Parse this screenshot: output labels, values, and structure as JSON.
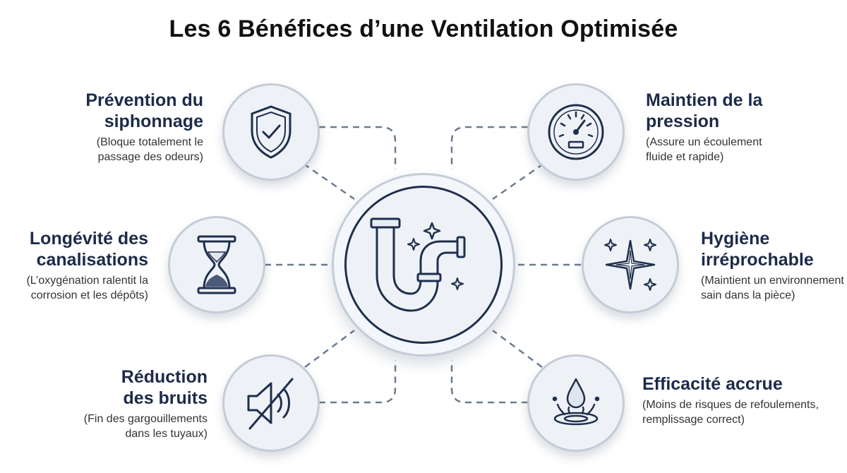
{
  "title": "Les 6 Bénéfices d’une Ventilation Optimisée",
  "colors": {
    "navy": "#1f2f4d",
    "circle_fill": "#eef2f7",
    "circle_border": "#c4ccd8",
    "connector": "#6b7b90"
  },
  "center": {
    "icon": "p-trap-pipe-sparkle-icon"
  },
  "benefits": [
    {
      "heading_line1": "Prévention du",
      "heading_line2": "siphonnage",
      "desc_line1": "(Bloque totalement le",
      "desc_line2": "passage des odeurs)",
      "icon": "shield-check-icon"
    },
    {
      "heading_line1": "Longévité des",
      "heading_line2": "canalisations",
      "desc_line1": "(L’oxygénation ralentit la",
      "desc_line2": "corrosion et les dépôts)",
      "icon": "hourglass-icon"
    },
    {
      "heading_line1": "Réduction",
      "heading_line2": "des bruits",
      "desc_line1": "(Fin des gargouillements",
      "desc_line2": "dans les tuyaux)",
      "icon": "speaker-muted-icon"
    },
    {
      "heading_line1": "Maintien de la",
      "heading_line2": "pression",
      "desc_line1": "(Assure un écoulement",
      "desc_line2": "fluide et rapide)",
      "icon": "pressure-gauge-icon"
    },
    {
      "heading_line1": "Hygiène",
      "heading_line2": "irréprochable",
      "desc_line1": "(Maintient un environnement",
      "desc_line2": "sain dans la pièce)",
      "icon": "sparkle-icon"
    },
    {
      "heading_line1": "Efficacité accrue",
      "heading_line2": "",
      "desc_line1": "(Moins de risques de refoulements,",
      "desc_line2": "remplissage correct)",
      "icon": "water-drop-splash-icon"
    }
  ]
}
